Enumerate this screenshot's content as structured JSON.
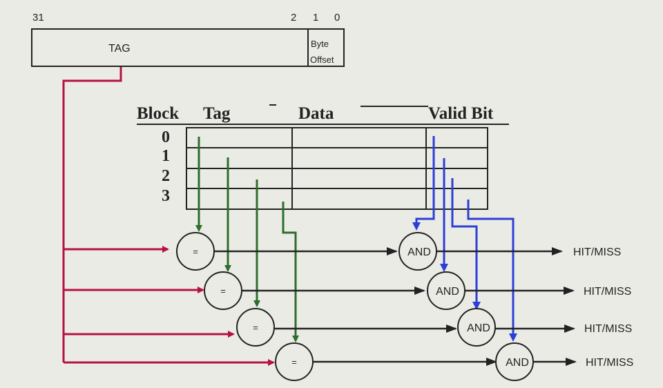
{
  "address": {
    "bit_labels": {
      "high": "31",
      "b2": "2",
      "b1": "1",
      "b0": "0"
    },
    "tag_label": "TAG",
    "byte_offset_line1": "Byte",
    "byte_offset_line2": "Offset"
  },
  "table": {
    "headers": {
      "block": "Block",
      "tag": "Tag",
      "data": "Data",
      "valid": "Valid Bit"
    },
    "rows": [
      "0",
      "1",
      "2",
      "3"
    ]
  },
  "comparators": {
    "equal_symbol": "=",
    "and_label": "AND",
    "output_label": "HIT/MISS"
  },
  "colors": {
    "tag_wire": "#b5123f",
    "tag_compare_wire": "#2c6e2a",
    "valid_wire": "#2b3fd6",
    "output_wire": "#222222"
  }
}
